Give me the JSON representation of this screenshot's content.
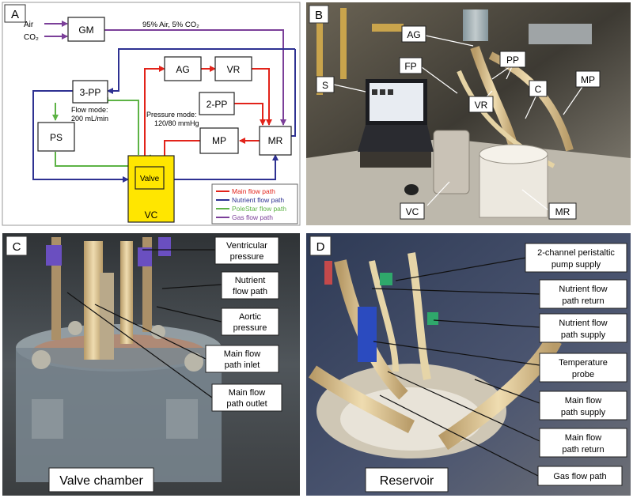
{
  "panels": {
    "a": {
      "letter": "A",
      "inputs": {
        "air": "Air",
        "co2": "CO₂"
      },
      "nodes": {
        "gm": "GM",
        "ag": "AG",
        "vr": "VR",
        "pp3": "3-PP",
        "pp2": "2-PP",
        "ps": "PS",
        "mp": "MP",
        "mr": "MR",
        "valve": "Valve",
        "vc": "VC"
      },
      "gas_label": "95% Air, 5% CO₂",
      "flow_mode": [
        "Flow mode:",
        "200 mL/min"
      ],
      "pressure_mode": [
        "Pressure mode:",
        "120/80 mmHg"
      ],
      "legend": [
        {
          "label": "Main flow path",
          "color": "#e2231a"
        },
        {
          "label": "Nutrient flow path",
          "color": "#2e3192"
        },
        {
          "label": "PoleStar flow path",
          "color": "#5db345"
        },
        {
          "label": "Gas flow path",
          "color": "#7b3f99"
        }
      ]
    },
    "b": {
      "letter": "B",
      "callouts": {
        "ag": "AG",
        "fp": "FP",
        "s": "S",
        "pp": "PP",
        "vr": "VR",
        "c": "C",
        "mp": "MP",
        "vc": "VC",
        "mr": "MR"
      }
    },
    "c": {
      "letter": "C",
      "caption": "Valve chamber",
      "callouts": [
        [
          "Ventricular",
          "pressure"
        ],
        [
          "Nutrient",
          "flow path"
        ],
        [
          "Aortic",
          "pressure"
        ],
        [
          "Main flow",
          "path inlet"
        ],
        [
          "Main flow",
          "path outlet"
        ]
      ]
    },
    "d": {
      "letter": "D",
      "caption": "Reservoir",
      "callouts": [
        [
          "2-channel peristaltic",
          "pump supply"
        ],
        [
          "Nutrient flow",
          "path return"
        ],
        [
          "Nutrient flow",
          "path supply"
        ],
        [
          "Temperature",
          "probe"
        ],
        [
          "Main flow",
          "path supply"
        ],
        [
          "Main flow",
          "path return"
        ],
        [
          "Gas flow path"
        ]
      ]
    }
  },
  "colors": {
    "main": "#e2231a",
    "nutrient": "#2e3192",
    "polestar": "#5db345",
    "gas": "#7b3f99",
    "vc_fill": "#ffe600"
  }
}
